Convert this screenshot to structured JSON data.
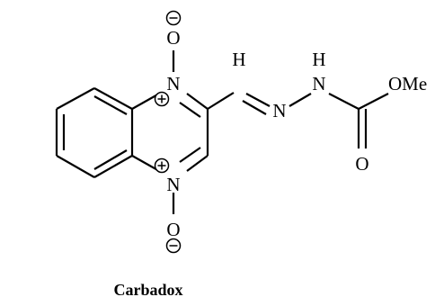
{
  "atoms": {
    "n_top": "N",
    "n_bottom": "N",
    "o_top": "O",
    "o_bottom": "O",
    "h_imine": "H",
    "n_imine": "N",
    "h_amide": "H",
    "n_amide": "N",
    "ome": "OMe",
    "o_carbonyl": "O"
  },
  "caption": "Carbadox"
}
